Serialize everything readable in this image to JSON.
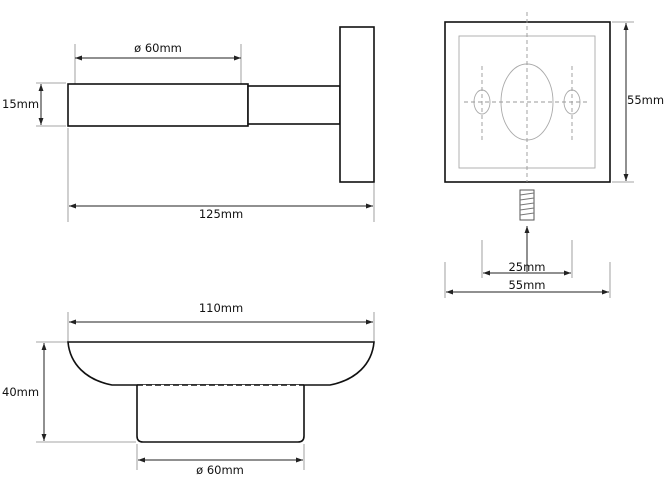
{
  "side_view": {
    "dia_label": "ø 60mm",
    "height_label": "15mm",
    "length_label": "125mm"
  },
  "front_view": {
    "height_label": "55mm",
    "hole_spacing_label": "25mm",
    "width_label": "55mm"
  },
  "dish_view": {
    "width_label": "110mm",
    "height_label": "40mm",
    "dia_label": "ø 60mm"
  }
}
